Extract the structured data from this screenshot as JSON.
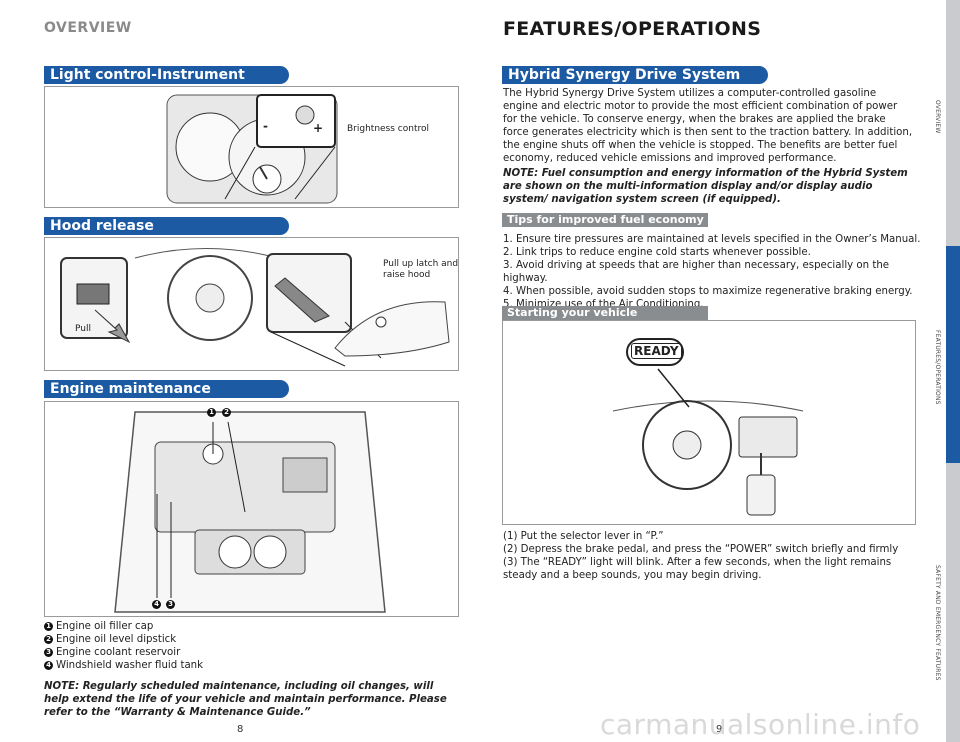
{
  "header": {
    "left_title": "OVERVIEW",
    "right_title": "FEATURES/OPERATIONS"
  },
  "left": {
    "light_control": {
      "title": "Light control-Instrument panel",
      "callout": "Brightness control",
      "minus": "-",
      "plus": "+"
    },
    "hood_release": {
      "title": "Hood release",
      "callout_pull": "Pull",
      "callout_latch": "Pull up latch and raise hood"
    },
    "engine_maintenance": {
      "title": "Engine maintenance",
      "items": [
        {
          "num": "1",
          "label": "Engine oil filler cap"
        },
        {
          "num": "2",
          "label": "Engine oil level dipstick"
        },
        {
          "num": "3",
          "label": "Engine coolant reservoir"
        },
        {
          "num": "4",
          "label": "Windshield washer fluid tank"
        }
      ],
      "note": "NOTE: Regularly scheduled maintenance, including oil changes, will help extend the life of your vehicle and maintain performance. Please refer to the “Warranty & Maintenance Guide.”"
    },
    "page_number": "8"
  },
  "right": {
    "hybrid": {
      "title": "Hybrid Synergy Drive System",
      "body": "The Hybrid Synergy Drive System utilizes a computer-controlled gasoline engine and electric motor to provide the most efficient combination of power for the vehicle. To conserve energy, when the brakes are applied the brake force generates electricity which is then sent to the traction battery. In addition, the engine shuts off when the vehicle is stopped. The benefits are better fuel economy, reduced vehicle emissions and improved performance.",
      "note": "NOTE: Fuel consumption and energy information of the Hybrid System are shown on the multi-information display and/or display audio system/ navigation system screen (if equipped)."
    },
    "tips": {
      "title": "Tips for improved fuel economy",
      "items": [
        "1. Ensure tire pressures are maintained at levels specified in the Owner’s Manual.",
        "2. Link trips to reduce engine cold starts whenever possible.",
        "3. Avoid driving at speeds that are higher than necessary, especially on the highway.",
        "4. When possible, avoid sudden stops to maximize regenerative braking energy.",
        "5. Minimize use of the Air Conditioning."
      ]
    },
    "starting": {
      "title": "Starting your vehicle",
      "ready_label": "READY",
      "steps": [
        "(1) Put the selector lever in “P.”",
        "(2) Depress the brake pedal, and press the “POWER” switch briefly and firmly",
        "(3) The “READY” light will blink. After a few seconds, when the light remains steady and a beep sounds, you may begin driving."
      ]
    },
    "page_number": "9"
  },
  "side_tabs": [
    "OVERVIEW",
    "FEATURES/OPERATIONS",
    "SAFETY AND EMERGENCY FEATURES"
  ],
  "watermark": "carmanualsonline.info",
  "colors": {
    "section_blue": "#1c5aa3",
    "sub_gray": "#8a8d90",
    "tab_active": "#1c5aa3",
    "tab_idle": "#c9cbce"
  }
}
